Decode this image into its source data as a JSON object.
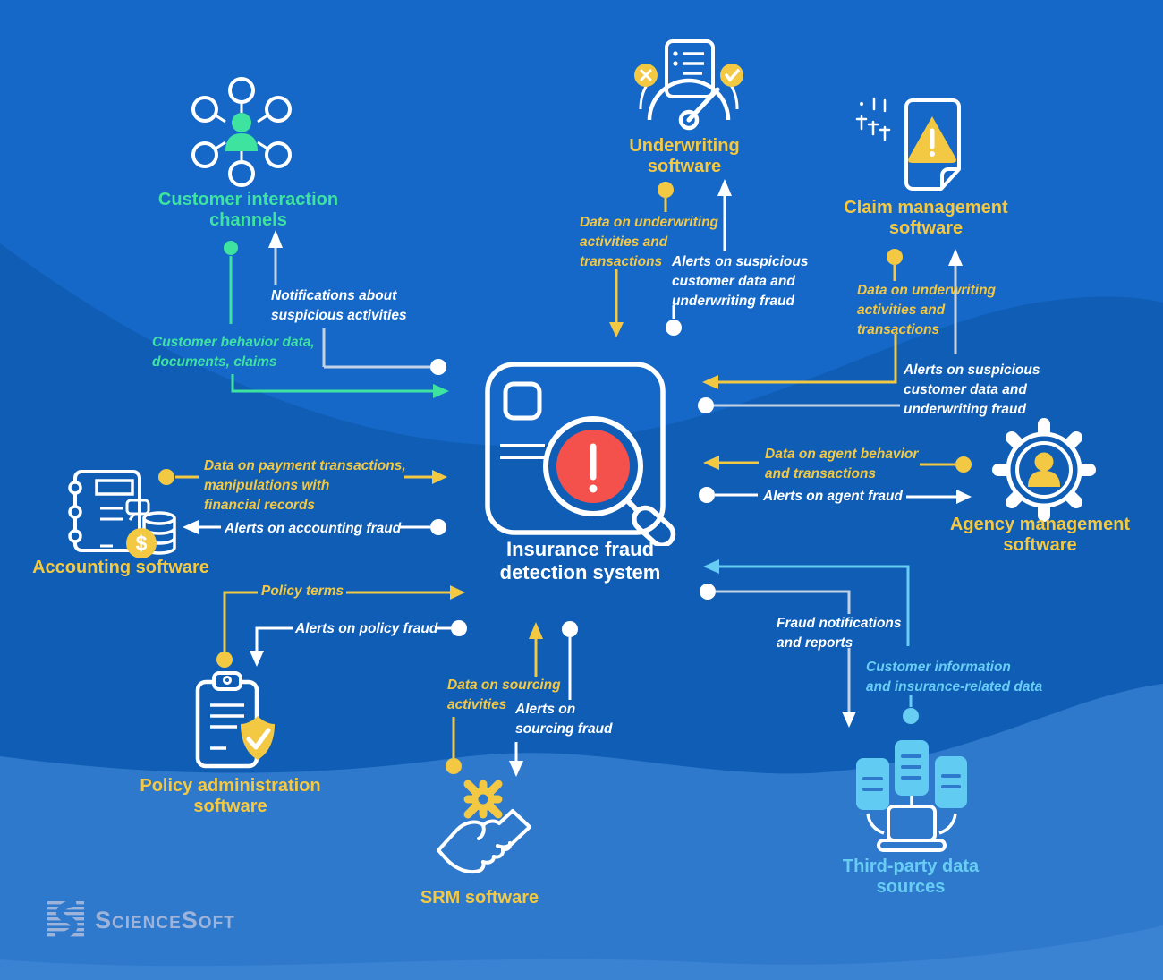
{
  "colors": {
    "background": "#1568C8",
    "background_dark_wave": "#0F5DB4",
    "background_light_wave": "#2E79CC",
    "background_lighter_wave": "#3A82D2",
    "accent_green": "#3FE3A0",
    "accent_yellow": "#F3C843",
    "accent_cyan": "#67CDF3",
    "alert_red": "#F4504C",
    "line_white": "#FFFFFF",
    "line_gray": "#C3D2E5",
    "logo_blue": "#9DB3D9"
  },
  "center": {
    "label": "Insurance fraud\ndetection system"
  },
  "nodes": [
    {
      "id": "customer-interaction-channels",
      "label": "Customer interaction\nchannels",
      "color": "#3FE3A0"
    },
    {
      "id": "underwriting-software",
      "label": "Underwriting\nsoftware",
      "color": "#F3C843"
    },
    {
      "id": "claim-management-software",
      "label": "Claim management\nsoftware",
      "color": "#F3C843"
    },
    {
      "id": "accounting-software",
      "label": "Accounting software",
      "color": "#F3C843"
    },
    {
      "id": "agency-management-software",
      "label": "Agency management\nsoftware",
      "color": "#F3C843"
    },
    {
      "id": "policy-administration-software",
      "label": "Policy administration\nsoftware",
      "color": "#F3C843"
    },
    {
      "id": "srm-software",
      "label": "SRM software",
      "color": "#F3C843"
    },
    {
      "id": "third-party-data-sources",
      "label": "Third-party data\nsources",
      "color": "#67CDF3"
    }
  ],
  "flows": [
    {
      "id": "customer-behavior-data",
      "label": "Customer behavior data,\ndocuments, claims",
      "color": "#3FE3A0",
      "direction": "to-system"
    },
    {
      "id": "notifications-suspicious-activities",
      "label": "Notifications about\nsuspicious activities",
      "color": "#FFFFFF",
      "direction": "from-system"
    },
    {
      "id": "data-underwriting-from-underwriting",
      "label": "Data on underwriting\nactivities and\ntransactions",
      "color": "#F3C843",
      "direction": "to-system"
    },
    {
      "id": "alerts-suspicious-to-underwriting",
      "label": "Alerts on suspicious\ncustomer data and\nunderwriting fraud",
      "color": "#FFFFFF",
      "direction": "from-system"
    },
    {
      "id": "data-underwriting-from-claim",
      "label": "Data on underwriting\nactivities and\ntransactions",
      "color": "#F3C843",
      "direction": "to-system"
    },
    {
      "id": "alerts-suspicious-to-claim",
      "label": "Alerts on suspicious\ncustomer data and\nunderwriting fraud",
      "color": "#FFFFFF",
      "direction": "from-system"
    },
    {
      "id": "data-agent-behavior",
      "label": "Data on agent behavior\nand transactions",
      "color": "#F3C843",
      "direction": "to-system"
    },
    {
      "id": "alerts-agent-fraud",
      "label": "Alerts on agent fraud",
      "color": "#FFFFFF",
      "direction": "from-system"
    },
    {
      "id": "data-payment-transactions",
      "label": "Data on payment transactions,\nmanipulations with\nfinancial records",
      "color": "#F3C843",
      "direction": "to-system"
    },
    {
      "id": "alerts-accounting-fraud",
      "label": "Alerts on accounting fraud",
      "color": "#FFFFFF",
      "direction": "from-system"
    },
    {
      "id": "policy-terms",
      "label": "Policy terms",
      "color": "#F3C843",
      "direction": "to-system"
    },
    {
      "id": "alerts-policy-fraud",
      "label": "Alerts on policy fraud",
      "color": "#FFFFFF",
      "direction": "from-system"
    },
    {
      "id": "data-sourcing-activities",
      "label": "Data on sourcing\nactivities",
      "color": "#F3C843",
      "direction": "to-system"
    },
    {
      "id": "alerts-sourcing-fraud",
      "label": "Alerts on\nsourcing fraud",
      "color": "#FFFFFF",
      "direction": "from-system"
    },
    {
      "id": "fraud-notifications-reports",
      "label": "Fraud notifications\nand reports",
      "color": "#FFFFFF",
      "direction": "from-system"
    },
    {
      "id": "customer-information",
      "label": "Customer information\nand insurance-related data",
      "color": "#67CDF3",
      "direction": "to-system"
    }
  ],
  "icons": {
    "dollar_sign": "$"
  },
  "logo": {
    "brand": "ScienceSoft"
  }
}
